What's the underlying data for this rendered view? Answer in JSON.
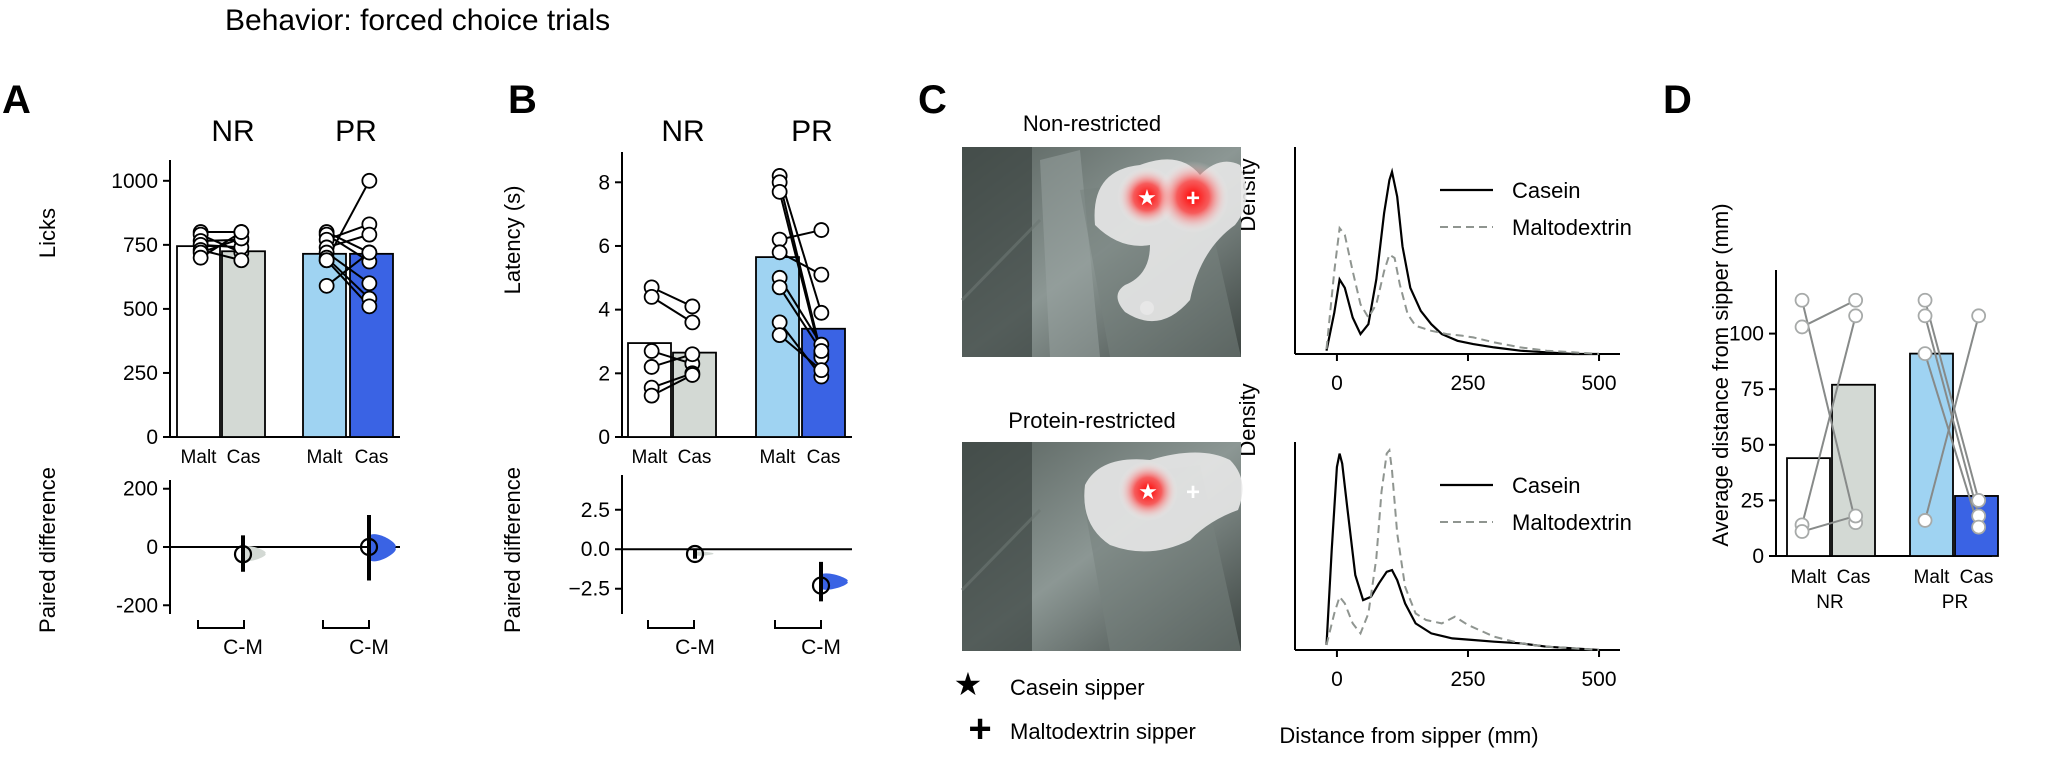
{
  "figure": {
    "title": "Behavior: forced choice trials",
    "panel_letters": [
      "A",
      "B",
      "C",
      "D"
    ]
  },
  "colors": {
    "malt_nr": "#ffffff",
    "cas_nr": "#d3d9d4",
    "malt_pr": "#9fd3f2",
    "cas_pr": "#3a63e4",
    "dot_grey": "#a7aaa9",
    "line_grey": "#878a89",
    "heat_red": "#ff1a1a",
    "dashed": "#8f9590"
  },
  "chart_data": [
    {
      "id": "A-top",
      "type": "bar",
      "group_labels": [
        "NR",
        "PR"
      ],
      "categories": [
        "Malt",
        "Cas",
        "Malt",
        "Cas"
      ],
      "ylabel": "Licks",
      "ylim": [
        0,
        1050
      ],
      "yticks": [
        0,
        250,
        500,
        750,
        1000
      ],
      "values": [
        745,
        725,
        715,
        715
      ],
      "paired": [
        [
          [
            800,
            800
          ],
          [
            790,
            720
          ],
          [
            765,
            770
          ],
          [
            750,
            740
          ],
          [
            730,
            690
          ],
          [
            720,
            775
          ],
          [
            700,
            800
          ]
        ],
        [
          [
            800,
            720
          ],
          [
            790,
            685
          ],
          [
            770,
            830
          ],
          [
            740,
            790
          ],
          [
            720,
            600
          ],
          [
            700,
            540
          ],
          [
            690,
            1000
          ],
          [
            690,
            510
          ],
          [
            590,
            720
          ]
        ]
      ]
    },
    {
      "id": "A-bottom",
      "type": "scatter",
      "ylabel": "Paired difference",
      "ylim": [
        -230,
        230
      ],
      "yticks": [
        -200,
        0,
        200
      ],
      "categories": [
        "C-M",
        "C-M"
      ],
      "values": [
        -25,
        0
      ],
      "ci": [
        [
          -85,
          40
        ],
        [
          -115,
          110
        ]
      ]
    },
    {
      "id": "B-top",
      "type": "bar",
      "group_labels": [
        "NR",
        "PR"
      ],
      "categories": [
        "Malt",
        "Cas",
        "Malt",
        "Cas"
      ],
      "ylabel": "Latency (s)",
      "ylim": [
        0,
        8.7
      ],
      "yticks": [
        0,
        2,
        4,
        6,
        8
      ],
      "values": [
        2.95,
        2.65,
        5.65,
        3.4
      ],
      "paired": [
        [
          [
            4.7,
            4.1
          ],
          [
            4.4,
            3.6
          ],
          [
            2.7,
            2.3
          ],
          [
            2.2,
            2.6
          ],
          [
            1.55,
            2.0
          ],
          [
            1.3,
            1.95
          ]
        ],
        [
          [
            8.2,
            3.9
          ],
          [
            8.0,
            2.6
          ],
          [
            7.7,
            2.5
          ],
          [
            6.2,
            6.5
          ],
          [
            5.8,
            5.1
          ],
          [
            5.0,
            2.9
          ],
          [
            4.7,
            2.7
          ],
          [
            3.6,
            1.9
          ],
          [
            3.2,
            2.1
          ]
        ]
      ]
    },
    {
      "id": "B-bottom",
      "type": "scatter",
      "ylabel": "Paired difference",
      "ylim": [
        -4.1,
        4.7
      ],
      "yticks": [
        -2.5,
        0.0,
        2.5
      ],
      "tick_labels": [
        "−2.5",
        "0.0",
        "2.5"
      ],
      "categories": [
        "C-M",
        "C-M"
      ],
      "values": [
        -0.3,
        -2.3
      ],
      "ci": [
        [
          -0.6,
          0.05
        ],
        [
          -3.3,
          -0.8
        ]
      ]
    },
    {
      "id": "C-density-top",
      "type": "line",
      "heatmap_title": "Non-restricted",
      "ylabel": "Density",
      "xlim": [
        -80,
        540
      ],
      "xticks": [
        0,
        250,
        500
      ],
      "series": [
        {
          "name": "Casein",
          "x": [
            -20,
            -5,
            5,
            15,
            30,
            45,
            60,
            75,
            90,
            100,
            105,
            115,
            125,
            140,
            160,
            180,
            200,
            230,
            260,
            300,
            350,
            400,
            450,
            500
          ],
          "y": [
            2,
            25,
            45,
            40,
            22,
            12,
            18,
            45,
            85,
            105,
            110,
            95,
            65,
            40,
            26,
            18,
            12,
            8,
            6,
            4,
            2,
            1,
            0,
            0
          ]
        },
        {
          "name": "Maltodextrin",
          "x": [
            -20,
            -5,
            5,
            15,
            30,
            45,
            60,
            75,
            90,
            100,
            110,
            120,
            135,
            150,
            180,
            210,
            240,
            260,
            300,
            350,
            400,
            450,
            500
          ],
          "y": [
            3,
            50,
            76,
            72,
            50,
            30,
            22,
            30,
            50,
            60,
            58,
            42,
            24,
            17,
            14,
            12,
            11,
            10,
            7,
            4,
            2,
            1,
            0
          ]
        }
      ],
      "legend": [
        "Casein",
        "Maltodextrin"
      ]
    },
    {
      "id": "C-density-bottom",
      "type": "line",
      "heatmap_title": "Protein-restricted",
      "ylabel": "Density",
      "xlabel": "Distance from sipper (mm)",
      "xlim": [
        -80,
        540
      ],
      "xticks": [
        0,
        250,
        500
      ],
      "series": [
        {
          "name": "Casein",
          "x": [
            -20,
            -10,
            0,
            5,
            10,
            20,
            35,
            50,
            65,
            80,
            95,
            105,
            115,
            130,
            150,
            180,
            220,
            260,
            300,
            350,
            400,
            450,
            500
          ],
          "y": [
            3,
            60,
            110,
            118,
            112,
            85,
            45,
            30,
            32,
            40,
            47,
            48,
            42,
            28,
            16,
            10,
            7,
            6,
            5,
            4,
            2,
            1,
            0
          ]
        },
        {
          "name": "Maltodextrin",
          "x": [
            -20,
            -5,
            5,
            15,
            30,
            45,
            60,
            75,
            85,
            95,
            100,
            105,
            115,
            130,
            150,
            170,
            200,
            225,
            250,
            300,
            350,
            400,
            450,
            500
          ],
          "y": [
            3,
            22,
            32,
            28,
            16,
            10,
            22,
            55,
            95,
            118,
            120,
            108,
            70,
            38,
            22,
            18,
            16,
            20,
            15,
            8,
            4,
            2,
            1,
            0
          ]
        }
      ],
      "legend": [
        "Casein",
        "Maltodextrin"
      ],
      "markers_legend": [
        "Casein sipper",
        "Maltodextrin sipper"
      ]
    },
    {
      "id": "D",
      "type": "bar",
      "ylabel": "Average distance from sipper (mm)",
      "ylim": [
        0,
        125
      ],
      "yticks": [
        0,
        25,
        50,
        75,
        100
      ],
      "categories": [
        "Malt",
        "Cas",
        "Malt",
        "Cas"
      ],
      "group_labels": [
        "NR",
        "PR"
      ],
      "values": [
        44,
        77,
        91,
        27
      ],
      "paired": [
        [
          [
            115,
            15
          ],
          [
            103,
            115
          ],
          [
            14,
            108
          ],
          [
            11,
            18
          ]
        ],
        [
          [
            115,
            25
          ],
          [
            108,
            18
          ],
          [
            91,
            13
          ],
          [
            16,
            108
          ]
        ]
      ]
    }
  ]
}
